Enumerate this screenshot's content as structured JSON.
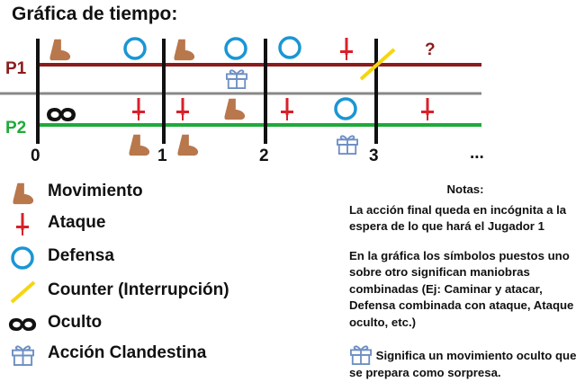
{
  "title": "Gráfica de tiempo:",
  "players": [
    {
      "label": "P1",
      "color": "#8b1c1c"
    },
    {
      "label": "P2",
      "color": "#1faa3a"
    }
  ],
  "axis": {
    "ticks": [
      "0",
      "1",
      "2",
      "3"
    ],
    "ellipsis": "...",
    "p1_unknown": "?"
  },
  "legend": [
    {
      "icon": "footprint-icon",
      "label": "Movimiento"
    },
    {
      "icon": "dagger-icon",
      "label": "Ataque"
    },
    {
      "icon": "circle-icon",
      "label": "Defensa"
    },
    {
      "icon": "slash-icon",
      "label": "Counter (Interrupción)"
    },
    {
      "icon": "mask-icon",
      "label": "Oculto"
    },
    {
      "icon": "gift-icon",
      "label": "Acción Clandestina"
    }
  ],
  "notes": {
    "title": "Notas:",
    "paragraph1": "La acción final queda en incógnita a la espera de lo que hará el Jugador 1",
    "paragraph2": "En la gráfica los símbolos puestos uno sobre otro significan maniobras combinadas (Ej: Caminar y atacar, Defensa combinada con ataque, Ataque oculto, etc.)",
    "paragraph3": "Significa un movimiento oculto que se prepara como sorpresa."
  },
  "colors": {
    "foot": "#b9774c",
    "dagger": "#d9202a",
    "circle": "#1a96d4",
    "counter": "#f5d60f",
    "gift": "#6e8fc4",
    "divider": "#888888"
  }
}
